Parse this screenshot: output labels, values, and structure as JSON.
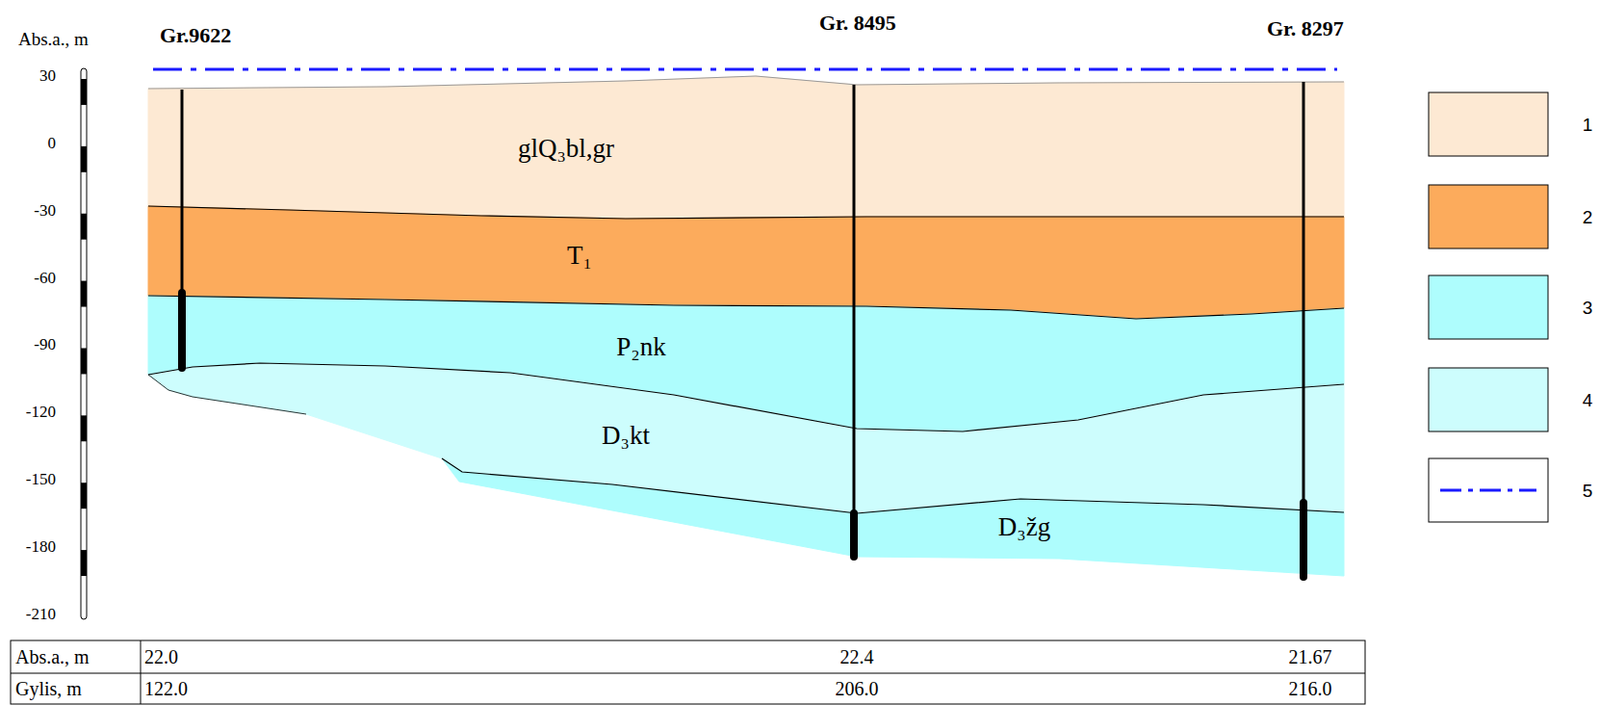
{
  "diagram": {
    "nodes": [
      {
        "text": [
          "glQ₃bl,gr"
        ]
      },
      {
        "text": [
          "T₁"
        ]
      },
      {
        "text": [
          "P₂nk"
        ]
      },
      {
        "text": [
          "D₃kt"
        ]
      },
      {
        "text": [
          "D₃žg"
        ]
      }
    ],
    "labels": [
      "Abs.a., m",
      "30",
      "0",
      "-30",
      "-60",
      "-90",
      "-120",
      "-150",
      "-180",
      "-210",
      "Gr.9622",
      "Gr. 8495",
      "Gr. 8297",
      "Abs.a., m",
      "22.0",
      "22.4",
      "21.67",
      "Gylis, m",
      "122.0",
      "206.0",
      "216.0"
    ],
    "legend": [
      {
        "text": "1",
        "color": "#fde9d3"
      },
      {
        "text": "2",
        "color": "#fcab5c"
      },
      {
        "text": "3",
        "color": "#aefdfd"
      },
      {
        "text": "4",
        "color": "#cdfdfd"
      },
      {
        "text": "5"
      }
    ]
  }
}
